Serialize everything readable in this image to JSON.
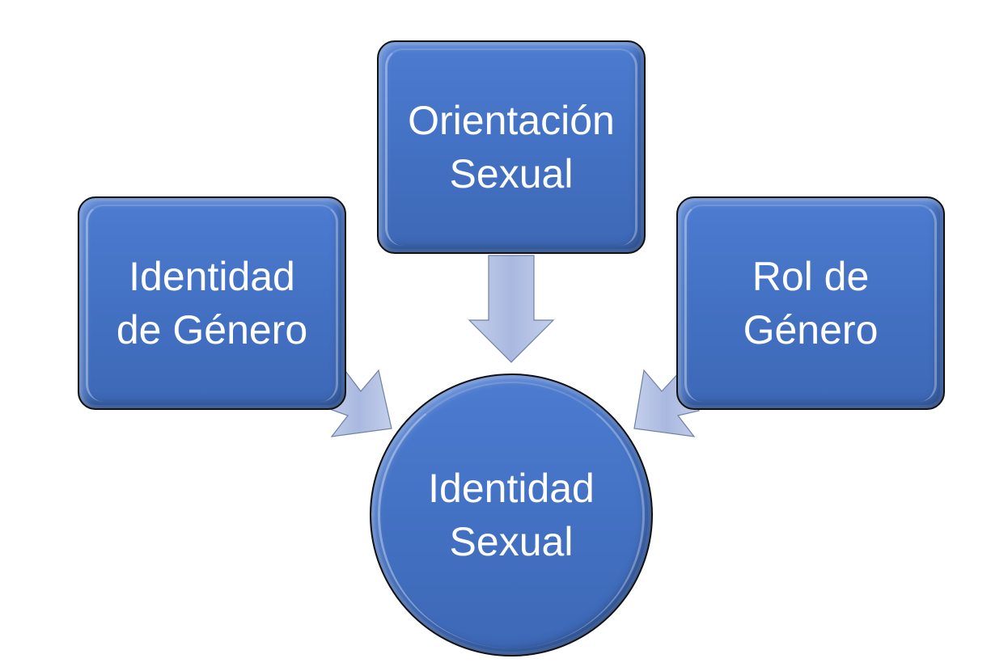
{
  "diagram": {
    "nodes": [
      {
        "id": "orientation",
        "label": "Orientación\nSexual"
      },
      {
        "id": "gender-identity",
        "label": "Identidad\nde Género"
      },
      {
        "id": "gender-role",
        "label": "Rol de\nGénero"
      },
      {
        "id": "sexual-identity",
        "label": "Identidad\nSexual"
      }
    ],
    "edges": [
      {
        "from": "orientation",
        "to": "sexual-identity"
      },
      {
        "from": "gender-identity",
        "to": "sexual-identity"
      },
      {
        "from": "gender-role",
        "to": "sexual-identity"
      }
    ],
    "colors": {
      "node_fill": "#4472c4",
      "node_border": "#111111",
      "node_text": "#ffffff",
      "arrow_fill": "#b4c1e3",
      "arrow_stroke": "#6e7fa8"
    }
  }
}
